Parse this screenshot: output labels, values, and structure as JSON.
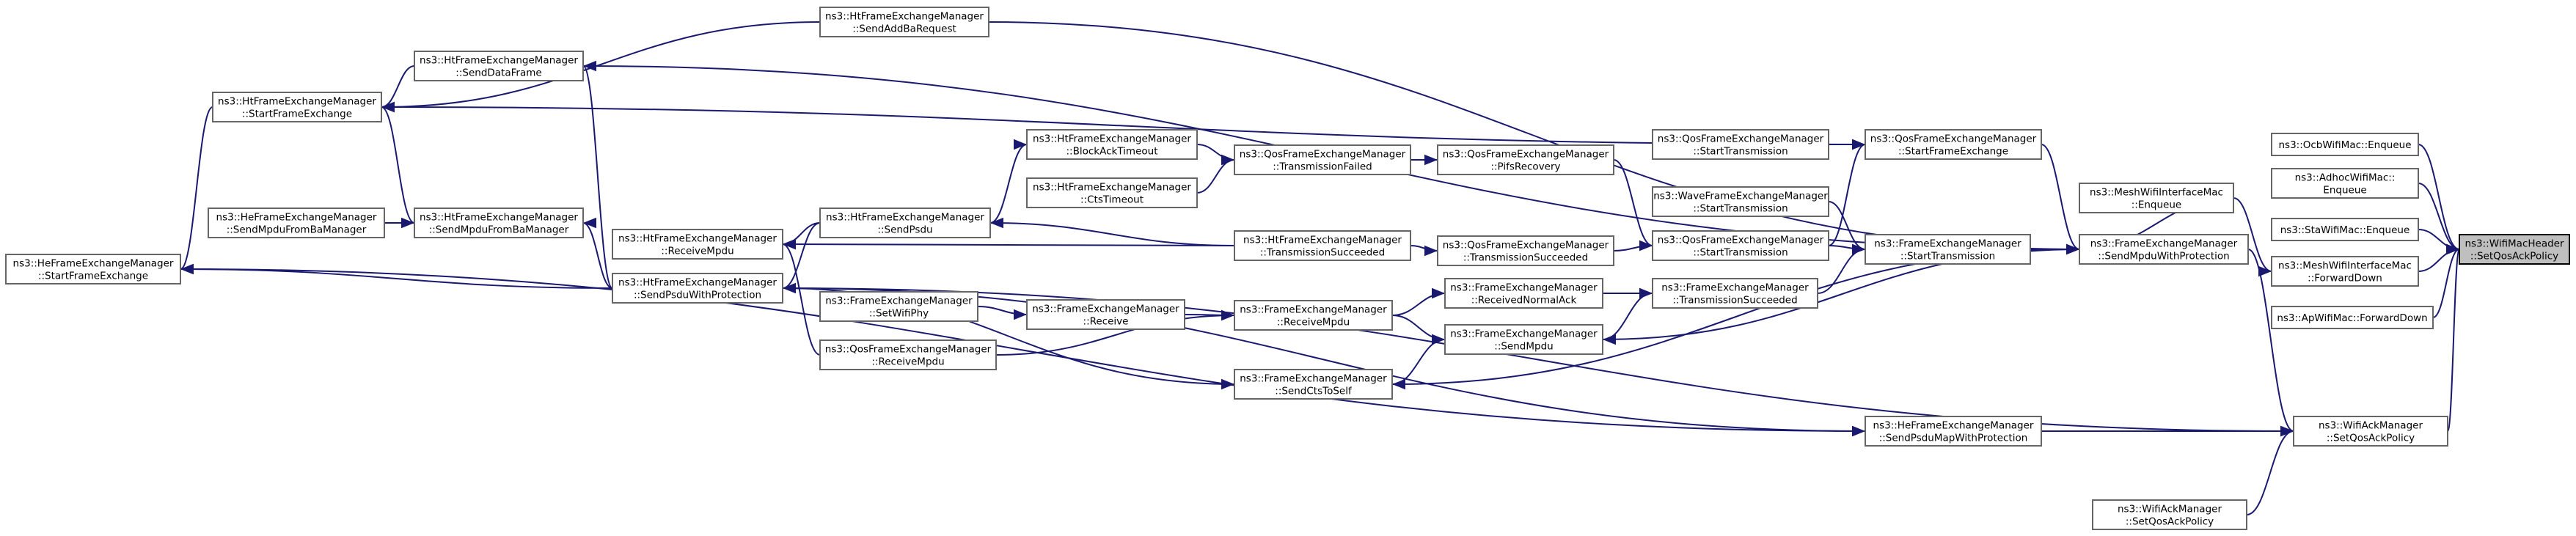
{
  "graph": {
    "title": "",
    "colors": {
      "edge": "#191970",
      "node_border": "#666666",
      "node_fill": "#ffffff",
      "highlight_fill": "#bfbfbf"
    },
    "nodes": [
      {
        "id": "n_hte_sendaddba",
        "lines": [
          "ns3::HtFrameExchangeManager",
          "::SendAddBaRequest"
        ]
      },
      {
        "id": "n_hte_senddata",
        "lines": [
          "ns3::HtFrameExchangeManager",
          "::SendDataFrame"
        ]
      },
      {
        "id": "n_hte_startfe",
        "lines": [
          "ns3::HtFrameExchangeManager",
          "::StartFrameExchange"
        ]
      },
      {
        "id": "n_he_startfe",
        "lines": [
          "ns3::HeFrameExchangeManager",
          "::StartFrameExchange"
        ]
      },
      {
        "id": "n_he_sendmpduba",
        "lines": [
          "ns3::HeFrameExchangeManager",
          "::SendMpduFromBaManager"
        ]
      },
      {
        "id": "n_hte_sendmpduba",
        "lines": [
          "ns3::HtFrameExchangeManager",
          "::SendMpduFromBaManager"
        ]
      },
      {
        "id": "n_hte_recvmpdu",
        "lines": [
          "ns3::HtFrameExchangeManager",
          "::ReceiveMpdu"
        ]
      },
      {
        "id": "n_hte_sendpsduprot",
        "lines": [
          "ns3::HtFrameExchangeManager",
          "::SendPsduWithProtection"
        ]
      },
      {
        "id": "n_fe_setwifiphy",
        "lines": [
          "ns3::FrameExchangeManager",
          "::SetWifiPhy"
        ]
      },
      {
        "id": "n_qos_recvmpdu",
        "lines": [
          "ns3::QosFrameExchangeManager",
          "::ReceiveMpdu"
        ]
      },
      {
        "id": "n_hte_blockack",
        "lines": [
          "ns3::HtFrameExchangeManager",
          "::BlockAckTimeout"
        ]
      },
      {
        "id": "n_hte_ctstimeout",
        "lines": [
          "ns3::HtFrameExchangeManager",
          "::CtsTimeout"
        ]
      },
      {
        "id": "n_hte_sendpsdu",
        "lines": [
          "ns3::HtFrameExchangeManager",
          "::SendPsdu"
        ]
      },
      {
        "id": "n_fe_receive",
        "lines": [
          "ns3::FrameExchangeManager",
          "::Receive"
        ]
      },
      {
        "id": "n_qos_txfailed",
        "lines": [
          "ns3::QosFrameExchangeManager",
          "::TransmissionFailed"
        ]
      },
      {
        "id": "n_hte_txsucc",
        "lines": [
          "ns3::HtFrameExchangeManager",
          "::TransmissionSucceeded"
        ]
      },
      {
        "id": "n_fe_recvmpdu",
        "lines": [
          "ns3::FrameExchangeManager",
          "::ReceiveMpdu"
        ]
      },
      {
        "id": "n_fe_sendcts",
        "lines": [
          "ns3::FrameExchangeManager",
          "::SendCtsToSelf"
        ]
      },
      {
        "id": "n_qos_pifs",
        "lines": [
          "ns3::QosFrameExchangeManager",
          "::PifsRecovery"
        ]
      },
      {
        "id": "n_qos_txsucc",
        "lines": [
          "ns3::QosFrameExchangeManager",
          "::TransmissionSucceeded"
        ]
      },
      {
        "id": "n_fe_recvnormalack",
        "lines": [
          "ns3::FrameExchangeManager",
          "::ReceivedNormalAck"
        ]
      },
      {
        "id": "n_fe_sendmpdu",
        "lines": [
          "ns3::FrameExchangeManager",
          "::SendMpdu"
        ]
      },
      {
        "id": "n_qos_starttx_a",
        "lines": [
          "ns3::QosFrameExchangeManager",
          "::StartTransmission"
        ]
      },
      {
        "id": "n_wave_starttx",
        "lines": [
          "ns3::WaveFrameExchangeManager",
          "::StartTransmission"
        ]
      },
      {
        "id": "n_qos_starttx_b",
        "lines": [
          "ns3::QosFrameExchangeManager",
          "::StartTransmission"
        ]
      },
      {
        "id": "n_fe_txsucc",
        "lines": [
          "ns3::FrameExchangeManager",
          "::TransmissionSucceeded"
        ]
      },
      {
        "id": "n_qos_startfe",
        "lines": [
          "ns3::QosFrameExchangeManager",
          "::StartFrameExchange"
        ]
      },
      {
        "id": "n_fe_starttx",
        "lines": [
          "ns3::FrameExchangeManager",
          "::StartTransmission"
        ]
      },
      {
        "id": "n_he_sendpsdumap",
        "lines": [
          "ns3::HeFrameExchangeManager",
          "::SendPsduMapWithProtection"
        ]
      },
      {
        "id": "n_mesh_enqueue",
        "lines": [
          "ns3::MeshWifiInterfaceMac",
          "::Enqueue"
        ]
      },
      {
        "id": "n_fe_sendmpduprot",
        "lines": [
          "ns3::FrameExchangeManager",
          "::SendMpduWithProtection"
        ]
      },
      {
        "id": "n_ocb_enqueue",
        "lines": [
          "ns3::OcbWifiMac::Enqueue"
        ]
      },
      {
        "id": "n_adhoc_enqueue",
        "lines": [
          "ns3::AdhocWifiMac::",
          "Enqueue"
        ]
      },
      {
        "id": "n_sta_enqueue",
        "lines": [
          "ns3::StaWifiMac::Enqueue"
        ]
      },
      {
        "id": "n_mesh_fwddown",
        "lines": [
          "ns3::MeshWifiInterfaceMac",
          "::ForwardDown"
        ]
      },
      {
        "id": "n_ap_fwddown",
        "lines": [
          "ns3::ApWifiMac::ForwardDown"
        ]
      },
      {
        "id": "n_ack_setqos",
        "lines": [
          "ns3::WifiAckManager",
          "::SetQosAckPolicy"
        ]
      },
      {
        "id": "n_ack_setqos2",
        "lines": [
          "ns3::WifiAckManager",
          "::SetQosAckPolicy"
        ]
      },
      {
        "id": "n_hdr_setqos",
        "lines": [
          "ns3::WifiMacHeader",
          "::SetQosAckPolicy"
        ],
        "highlight": true
      }
    ],
    "edges": [
      [
        "n_hte_sendaddba",
        "n_hte_startfe"
      ],
      [
        "n_hte_senddata",
        "n_hte_startfe"
      ],
      [
        "n_hte_startfe",
        "n_he_startfe"
      ],
      [
        "n_hte_sendmpduba",
        "n_hte_startfe"
      ],
      [
        "n_he_sendmpduba",
        "n_hte_sendmpduba"
      ],
      [
        "n_hte_sendpsduprot",
        "n_hte_sendmpduba"
      ],
      [
        "n_hte_sendpsduprot",
        "n_hte_senddata"
      ],
      [
        "n_hte_sendpsduprot",
        "n_fe_sendcts"
      ],
      [
        "n_hte_sendpsduprot",
        "n_he_startfe"
      ],
      [
        "n_hte_sendpsduprot",
        "n_he_sendpsdumap"
      ],
      [
        "n_hte_sendpsduprot",
        "n_ack_setqos"
      ],
      [
        "n_hte_sendpsdu",
        "n_hte_recvmpdu"
      ],
      [
        "n_hte_sendpsdu",
        "n_hte_sendpsduprot"
      ],
      [
        "n_hte_sendpsdu",
        "n_hte_blockack"
      ],
      [
        "n_hte_txsucc",
        "n_hte_sendpsdu"
      ],
      [
        "n_hte_txsucc",
        "n_hte_recvmpdu"
      ],
      [
        "n_hte_blockack",
        "n_qos_txfailed"
      ],
      [
        "n_hte_ctstimeout",
        "n_qos_txfailed"
      ],
      [
        "n_qos_txfailed",
        "n_qos_pifs"
      ],
      [
        "n_qos_recvmpdu",
        "n_hte_recvmpdu"
      ],
      [
        "n_fe_setwifiphy",
        "n_fe_receive"
      ],
      [
        "n_fe_receive",
        "n_fe_recvmpdu"
      ],
      [
        "n_qos_recvmpdu",
        "n_fe_recvmpdu"
      ],
      [
        "n_fe_recvmpdu",
        "n_fe_recvnormalack"
      ],
      [
        "n_fe_recvmpdu",
        "n_fe_sendmpdu"
      ],
      [
        "n_fe_sendcts",
        "n_fe_sendmpdu"
      ],
      [
        "n_hte_txsucc",
        "n_qos_txsucc"
      ],
      [
        "n_qos_txsucc",
        "n_qos_starttx_b"
      ],
      [
        "n_qos_pifs",
        "n_qos_starttx_b"
      ],
      [
        "n_qos_starttx_a",
        "n_qos_startfe"
      ],
      [
        "n_qos_starttx_b",
        "n_qos_startfe"
      ],
      [
        "n_fe_recvnormalack",
        "n_fe_txsucc"
      ],
      [
        "n_fe_sendmpdu",
        "n_fe_txsucc"
      ],
      [
        "n_fe_txsucc",
        "n_fe_starttx"
      ],
      [
        "n_qos_starttx_b",
        "n_fe_starttx"
      ],
      [
        "n_wave_starttx",
        "n_fe_starttx"
      ],
      [
        "n_fe_starttx",
        "n_fe_sendmpduprot"
      ],
      [
        "n_qos_startfe",
        "n_fe_sendmpduprot"
      ],
      [
        "n_hte_startfe",
        "n_qos_startfe"
      ],
      [
        "n_hte_sendaddba",
        "n_fe_sendmpduprot"
      ],
      [
        "n_hte_senddata",
        "n_fe_sendmpduprot"
      ],
      [
        "n_mesh_enqueue",
        "n_fe_sendmpduprot"
      ],
      [
        "n_fe_sendmpduprot",
        "n_fe_sendmpdu"
      ],
      [
        "n_fe_sendmpduprot",
        "n_fe_sendcts"
      ],
      [
        "n_fe_sendmpduprot",
        "n_ack_setqos"
      ],
      [
        "n_he_sendpsdumap",
        "n_ack_setqos"
      ],
      [
        "n_he_startfe",
        "n_he_sendpsdumap"
      ],
      [
        "n_ack_setqos2",
        "n_ack_setqos"
      ],
      [
        "n_ack_setqos",
        "n_hdr_setqos"
      ],
      [
        "n_ocb_enqueue",
        "n_hdr_setqos"
      ],
      [
        "n_adhoc_enqueue",
        "n_hdr_setqos"
      ],
      [
        "n_sta_enqueue",
        "n_hdr_setqos"
      ],
      [
        "n_mesh_fwddown",
        "n_hdr_setqos"
      ],
      [
        "n_ap_fwddown",
        "n_hdr_setqos"
      ],
      [
        "n_mesh_enqueue",
        "n_mesh_fwddown"
      ]
    ]
  }
}
